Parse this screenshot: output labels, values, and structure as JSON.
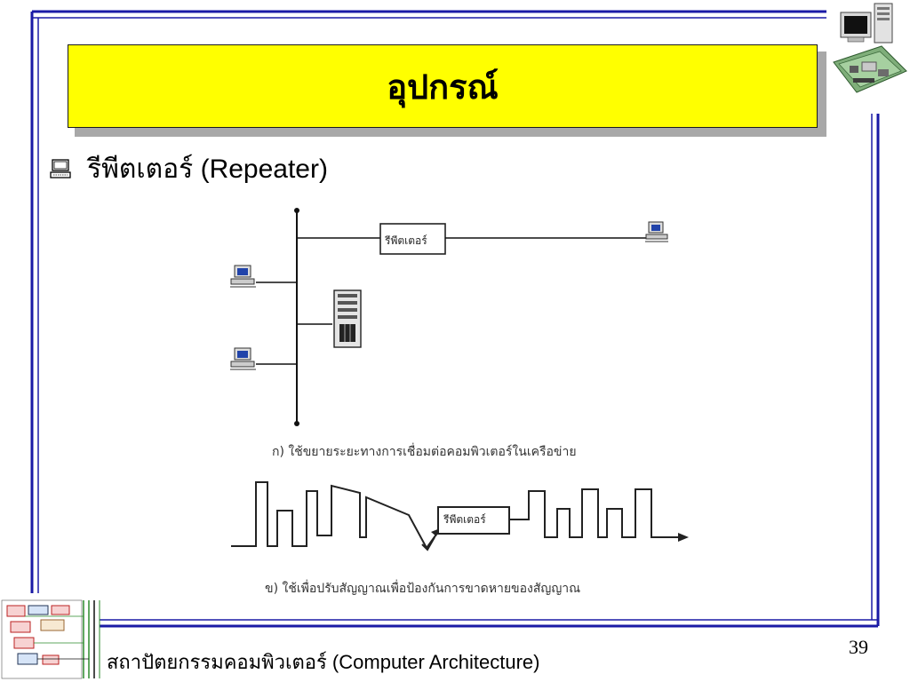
{
  "slide": {
    "title": "อุปกรณ์",
    "bullet": "รีพีตเตอร์ (Repeater)",
    "bullet_icon": "computer-icon",
    "footer": "สถาปัตยกรรมคอมพิวเตอร์ (Computer Architecture)",
    "page_number": "39"
  },
  "figure": {
    "repeater_label_a": "รีพีตเตอร์",
    "caption_a": "ก) ใช้ขยายระยะทางการเชื่อมต่อคอมพิวเตอร์ในเครือข่าย",
    "repeater_label_b": "รีพีตเตอร์",
    "caption_b": "ข) ใช้เพื่อปรับสัญญาณเพื่อป้องกันการขาดหายของสัญญาณ"
  },
  "colors": {
    "frame_blue": "#1a1aa6",
    "title_yellow": "#ffff00",
    "title_shadow": "#a8a8a8"
  }
}
